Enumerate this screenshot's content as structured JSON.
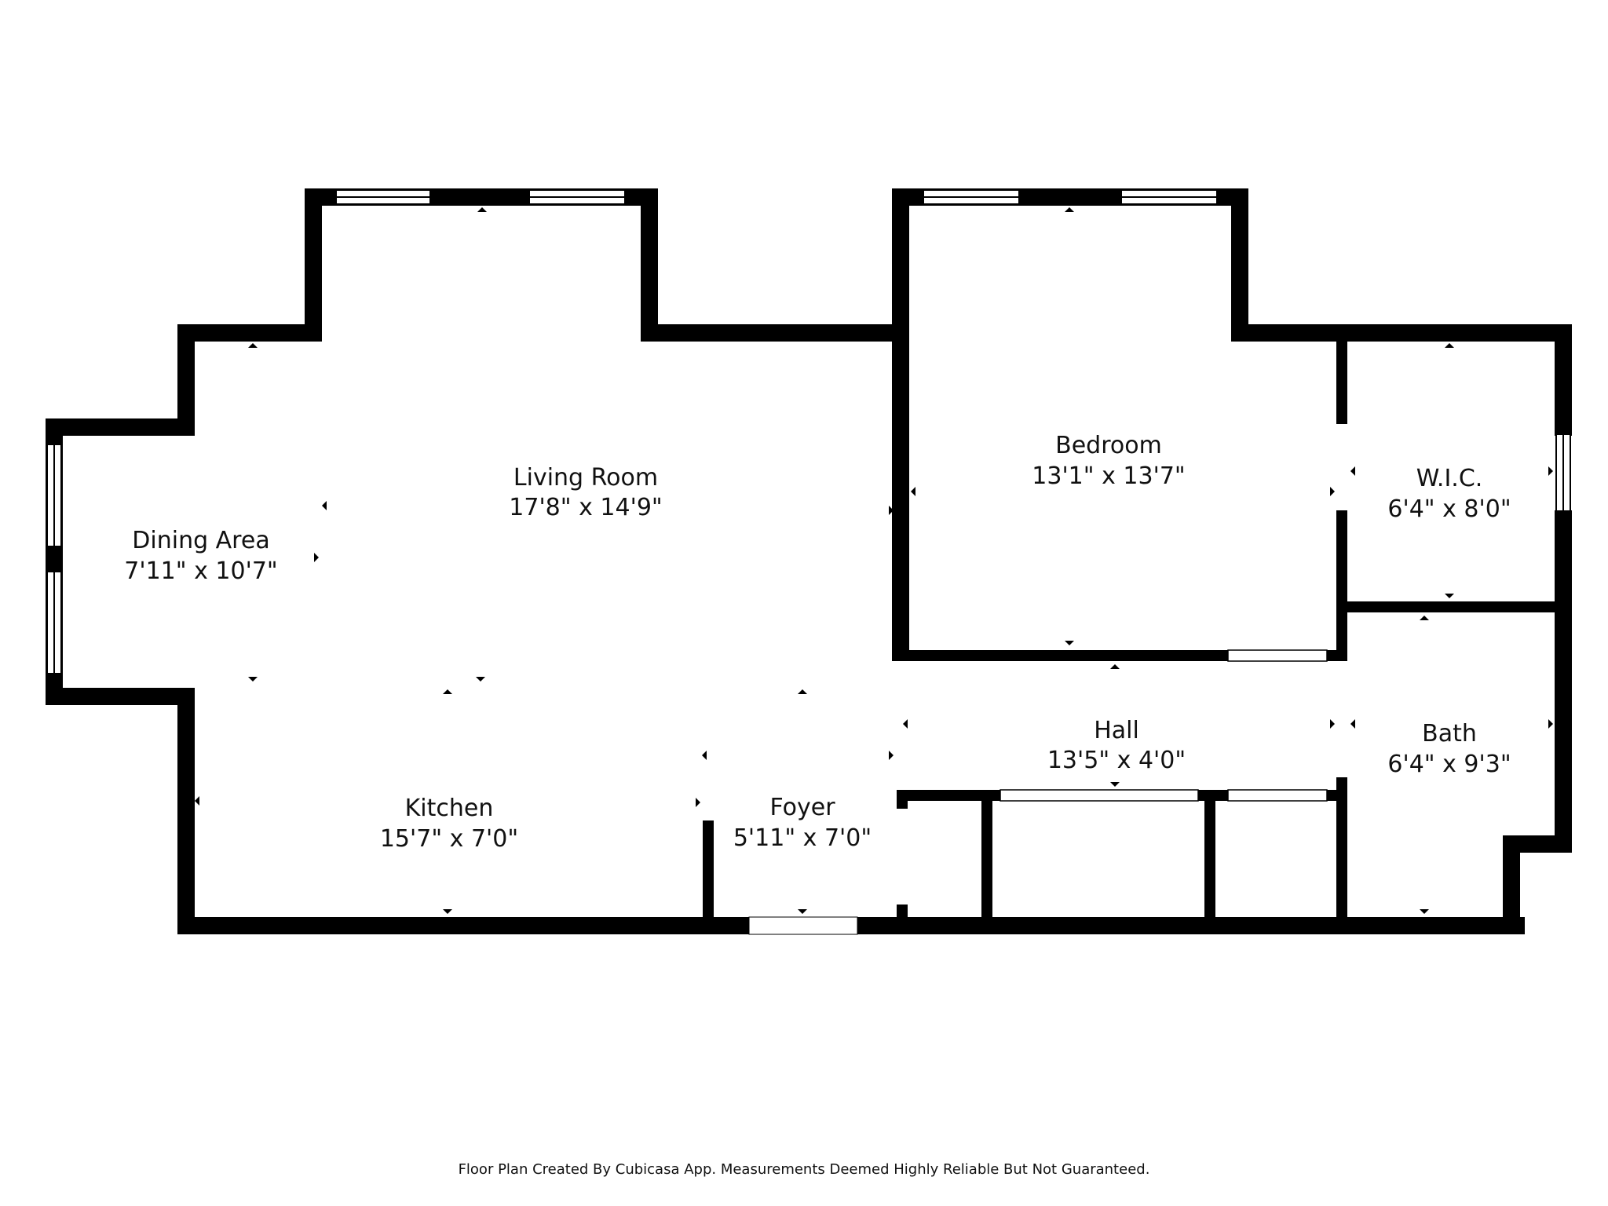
{
  "rooms": {
    "dining": {
      "name": "Dining Area",
      "dims": "7'11\" x 10'7\""
    },
    "living": {
      "name": "Living Room",
      "dims": "17'8\" x 14'9\""
    },
    "bedroom": {
      "name": "Bedroom",
      "dims": "13'1\" x 13'7\""
    },
    "wic": {
      "name": "W.I.C.",
      "dims": "6'4\" x 8'0\""
    },
    "hall": {
      "name": "Hall",
      "dims": "13'5\" x 4'0\""
    },
    "bath": {
      "name": "Bath",
      "dims": "6'4\" x 9'3\""
    },
    "kitchen": {
      "name": "Kitchen",
      "dims": "15'7\" x 7'0\""
    },
    "foyer": {
      "name": "Foyer",
      "dims": "5'11\" x 7'0\""
    }
  },
  "footer": "Floor Plan Created By Cubicasa App. Measurements Deemed Highly Reliable But Not Guaranteed.",
  "colors": {
    "wall": "#000000",
    "background": "#ffffff",
    "text": "#111111"
  }
}
